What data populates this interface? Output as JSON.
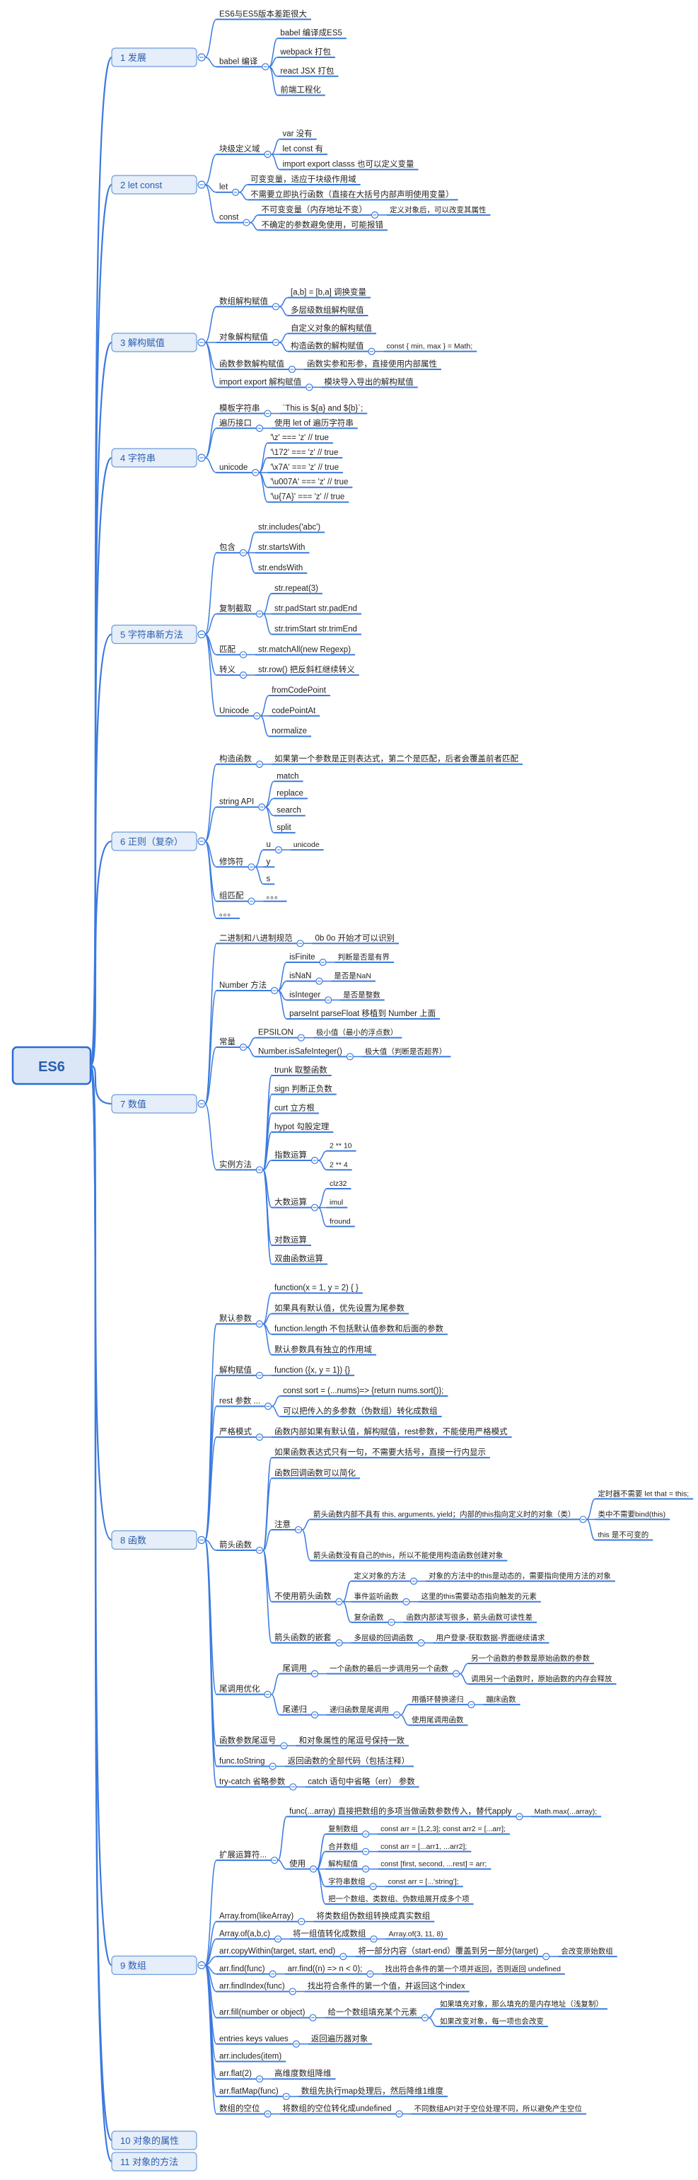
{
  "colors": {
    "line": "#3a7ae0",
    "root_fill": "#dbe7f7",
    "root_stroke": "#2b6cd4",
    "section_fill": "#e5eef9",
    "text": "#222222"
  },
  "root": "ES6",
  "sections": [
    {
      "label": "1 发展",
      "children": [
        {
          "label": "ES6与ES5版本差距很大"
        },
        {
          "label": "babel 编译",
          "children": [
            {
              "label": "babel 编译成ES5"
            },
            {
              "label": "webpack 打包"
            },
            {
              "label": "react  JSX 打包"
            },
            {
              "label": "前端工程化"
            }
          ]
        }
      ]
    },
    {
      "label": "2 let const",
      "children": [
        {
          "label": "块级定义域",
          "children": [
            {
              "label": "var 没有"
            },
            {
              "label": "let const 有"
            },
            {
              "label": "import export  classs 也可以定义变量"
            }
          ]
        },
        {
          "label": "let",
          "children": [
            {
              "label": "可变变量，适应于块级作用域"
            },
            {
              "label": "不需要立即执行函数（直接在大括号内部声明使用变量）"
            }
          ]
        },
        {
          "label": "const",
          "children": [
            {
              "label": "不可变变量（内存地址不变）",
              "children": [
                {
                  "label": "定义对象后，可以改变其属性"
                }
              ]
            },
            {
              "label": "不确定的参数避免使用，可能报错"
            }
          ]
        }
      ]
    },
    {
      "label": "3 解构赋值",
      "children": [
        {
          "label": "数组解构赋值",
          "children": [
            {
              "label": "[a,b] = [b,a] 调换变量"
            },
            {
              "label": "多层级数组解构赋值"
            }
          ]
        },
        {
          "label": "对象解构赋值",
          "children": [
            {
              "label": "自定义对象的解构赋值"
            },
            {
              "label": "构造函数的解构赋值",
              "children": [
                {
                  "label": "const { min, max } = Math;"
                }
              ]
            }
          ]
        },
        {
          "label": "函数参数解构赋值",
          "children": [
            {
              "label": "函数实参和形参，直接使用内部属性"
            }
          ]
        },
        {
          "label": "import export 解构赋值",
          "children": [
            {
              "label": "模块导入导出的解构赋值"
            }
          ]
        }
      ]
    },
    {
      "label": "4 字符串",
      "children": [
        {
          "label": "模板字符串",
          "children": [
            {
              "label": "`This is ${a} and ${b}`;"
            }
          ]
        },
        {
          "label": "遍历接口",
          "children": [
            {
              "label": "使用 let of 遍历字符串"
            }
          ]
        },
        {
          "label": "unicode",
          "children": [
            {
              "label": "'\\z' === 'z' // true"
            },
            {
              "label": "'\\172' === 'z' // true"
            },
            {
              "label": "'\\x7A' === 'z' // true"
            },
            {
              "label": "'\\u007A' === 'z' // true"
            },
            {
              "label": "'\\u{7A}' === 'z' // true"
            }
          ]
        }
      ]
    },
    {
      "label": "5 字符串新方法",
      "children": [
        {
          "label": "包含",
          "children": [
            {
              "label": "str.includes('abc')"
            },
            {
              "label": "str.startsWith"
            },
            {
              "label": "str.endsWith"
            }
          ]
        },
        {
          "label": "复制截取",
          "children": [
            {
              "label": "str.repeat(3)"
            },
            {
              "label": "str.padStart str.padEnd"
            },
            {
              "label": "str.trimStart str.trimEnd"
            }
          ]
        },
        {
          "label": "匹配",
          "children": [
            {
              "label": "str.matchAll(new Regexp)"
            }
          ]
        },
        {
          "label": "转义",
          "children": [
            {
              "label": "str.row() 把反斜杠继续转义"
            }
          ]
        },
        {
          "label": "Unicode",
          "children": [
            {
              "label": "fromCodePoint"
            },
            {
              "label": "codePointAt"
            },
            {
              "label": "normalize"
            }
          ]
        }
      ]
    },
    {
      "label": "6 正则（复杂）",
      "children": [
        {
          "label": "构造函数",
          "children": [
            {
              "label": "如果第一个参数是正则表达式，第二个是匹配，后者会覆盖前者匹配"
            }
          ]
        },
        {
          "label": "string API",
          "children": [
            {
              "label": "match"
            },
            {
              "label": "replace"
            },
            {
              "label": "search"
            },
            {
              "label": "split"
            }
          ]
        },
        {
          "label": "修饰符",
          "children": [
            {
              "label": "u",
              "children": [
                {
                  "label": "unicode"
                }
              ]
            },
            {
              "label": "y"
            },
            {
              "label": "s"
            }
          ]
        },
        {
          "label": "组匹配",
          "children": [
            {
              "label": "。。。"
            }
          ]
        },
        {
          "label": "。。。"
        }
      ]
    },
    {
      "label": "7 数值",
      "children": [
        {
          "label": "二进制和八进制规范",
          "children": [
            {
              "label": "0b 0o 开始才可以识别"
            }
          ]
        },
        {
          "label": "Number 方法",
          "children": [
            {
              "label": "isFinite",
              "children": [
                {
                  "label": "判断是否是有界"
                }
              ]
            },
            {
              "label": "isNaN",
              "children": [
                {
                  "label": "是否是NaN"
                }
              ]
            },
            {
              "label": "isInteger",
              "children": [
                {
                  "label": "是否是整数"
                }
              ]
            },
            {
              "label": "parseInt parseFloat 移植到 Number 上面"
            }
          ]
        },
        {
          "label": "常量",
          "children": [
            {
              "label": "EPSILON",
              "children": [
                {
                  "label": "极小值（最小的浮点数）"
                }
              ]
            },
            {
              "label": "Number.isSafeInteger()",
              "children": [
                {
                  "label": "极大值（判断是否超界）"
                }
              ]
            }
          ]
        },
        {
          "label": "实例方法",
          "children": [
            {
              "label": "trunk 取整函数"
            },
            {
              "label": "sign 判断正负数"
            },
            {
              "label": "curt 立方根"
            },
            {
              "label": "hypot 勾股定理"
            },
            {
              "label": "指数运算",
              "children": [
                {
                  "label": "2 ** 10"
                },
                {
                  "label": "2 ** 4"
                }
              ]
            },
            {
              "label": "大数运算",
              "children": [
                {
                  "label": "clz32"
                },
                {
                  "label": "imul"
                },
                {
                  "label": "fround"
                }
              ]
            },
            {
              "label": "对数运算"
            },
            {
              "label": "双曲函数运算"
            }
          ]
        }
      ]
    },
    {
      "label": "8 函数",
      "children": [
        {
          "label": "默认参数",
          "children": [
            {
              "label": "function(x = 1, y = 2) { }"
            },
            {
              "label": "如果具有默认值，优先设置为尾参数"
            },
            {
              "label": "function.length 不包括默认值参数和后面的参数"
            },
            {
              "label": "默认参数具有独立的作用域"
            }
          ]
        },
        {
          "label": "解构赋值",
          "children": [
            {
              "label": "function ({x, y = 1}) {}"
            }
          ]
        },
        {
          "label": "rest 参数 ...",
          "children": [
            {
              "label": "const sort = (...nums)=> {return nums.sort()};"
            },
            {
              "label": "可以把传入的多参数（伪数组）转化成数组"
            }
          ]
        },
        {
          "label": "严格模式",
          "children": [
            {
              "label": "函数内部如果有默认值，解构赋值，rest参数，不能使用严格模式"
            }
          ]
        },
        {
          "label": "箭头函数",
          "children": [
            {
              "label": "如果函数表达式只有一句，不需要大括号，直接一行内显示"
            },
            {
              "label": "函数回调函数可以简化"
            },
            {
              "label": "注意",
              "children": [
                {
                  "label": "箭头函数内部不具有 this, arguments, yield；内部的this指向定义时的对象（类）",
                  "children": [
                    {
                      "label": "定时器不需要 let that = this;"
                    },
                    {
                      "label": "类中不需要bind(this)"
                    },
                    {
                      "label": "this 是不可变的"
                    }
                  ]
                },
                {
                  "label": "箭头函数没有自己的this，所以不能使用构造函数创建对象"
                }
              ]
            },
            {
              "label": "不使用箭头函数",
              "children": [
                {
                  "label": "定义对象的方法",
                  "children": [
                    {
                      "label": "对象的方法中的this是动态的，需要指向使用方法的对象"
                    }
                  ]
                },
                {
                  "label": "事件监听函数",
                  "children": [
                    {
                      "label": "这里的this需要动态指向触发的元素"
                    }
                  ]
                },
                {
                  "label": "复杂函数",
                  "children": [
                    {
                      "label": "函数内部读写很多，箭头函数可读性差"
                    }
                  ]
                }
              ]
            },
            {
              "label": "箭头函数的嵌套",
              "children": [
                {
                  "label": "多层级的回调函数",
                  "children": [
                    {
                      "label": "用户登录-获取数据-界面继续请求"
                    }
                  ]
                }
              ]
            }
          ]
        },
        {
          "label": "尾调用优化",
          "children": [
            {
              "label": "尾调用",
              "children": [
                {
                  "label": "一个函数的最后一步调用另一个函数",
                  "children": [
                    {
                      "label": "另一个函数的参数是原始函数的参数"
                    },
                    {
                      "label": "调用另一个函数时，原始函数的内存会释放"
                    }
                  ]
                }
              ]
            },
            {
              "label": "尾递归",
              "children": [
                {
                  "label": "递归函数是尾调用",
                  "children": [
                    {
                      "label": "用循环替换递归",
                      "children": [
                        {
                          "label": "蹦床函数"
                        }
                      ]
                    },
                    {
                      "label": "使用尾调用函数"
                    }
                  ]
                }
              ]
            }
          ]
        },
        {
          "label": "函数参数尾逗号",
          "children": [
            {
              "label": "和对象属性的尾逗号保持一致"
            }
          ]
        },
        {
          "label": "func.toString",
          "children": [
            {
              "label": "返回函数的全部代码（包括注释）"
            }
          ]
        },
        {
          "label": "try-catch 省略参数",
          "children": [
            {
              "label": "catch 语句中省略（err） 参数"
            }
          ]
        }
      ]
    },
    {
      "label": "9 数组",
      "children": [
        {
          "label": "扩展运算符...",
          "children": [
            {
              "label": "func(...array) 直接把数组的多项当做函数参数传入，替代apply",
              "children": [
                {
                  "label": "Math.max(...array);"
                }
              ]
            },
            {
              "label": "使用",
              "children": [
                {
                  "label": "复制数组",
                  "children": [
                    {
                      "label": "const arr = [1,2,3]; const arr2 = [...arr];"
                    }
                  ]
                },
                {
                  "label": "合并数组",
                  "children": [
                    {
                      "label": "const arr = [...arr1, ...arr2];"
                    }
                  ]
                },
                {
                  "label": "解构赋值",
                  "children": [
                    {
                      "label": "const [first, second, ...rest] = arr;"
                    }
                  ]
                },
                {
                  "label": "字符串数组",
                  "children": [
                    {
                      "label": "const arr = [...'string'];"
                    }
                  ]
                },
                {
                  "label": "把一个数组、类数组、伪数组展开成多个项"
                }
              ]
            }
          ]
        },
        {
          "label": "Array.from(likeArray)",
          "children": [
            {
              "label": "将类数组伪数组转换成真实数组"
            }
          ]
        },
        {
          "label": "Array.of(a,b,c)",
          "children": [
            {
              "label": "将一组值转化成数组",
              "children": [
                {
                  "label": "Array.of(3, 11, 8)"
                }
              ]
            }
          ]
        },
        {
          "label": "arr.copyWithin(target, start, end)",
          "children": [
            {
              "label": "将一部分内容（start-end）覆盖到另一部分(target)",
              "children": [
                {
                  "label": "会改变原始数组"
                }
              ]
            }
          ]
        },
        {
          "label": "arr.find(func)",
          "children": [
            {
              "label": "arr.find((n) => n < 0);",
              "children": [
                {
                  "label": "找出符合条件的第一个项并返回，否则返回 undefined"
                }
              ]
            }
          ]
        },
        {
          "label": "arr.findIndex(func)",
          "children": [
            {
              "label": "找出符合条件的第一个值，并返回这个index"
            }
          ]
        },
        {
          "label": "arr.fill(number or object)",
          "children": [
            {
              "label": "给一个数组填充某个元素",
              "children": [
                {
                  "label": "如果填充对象，那么填充的是内存地址（浅复制）"
                },
                {
                  "label": "如果改变对象，每一项也会改变"
                }
              ]
            }
          ]
        },
        {
          "label": "entries keys values",
          "children": [
            {
              "label": "返回遍历器对象"
            }
          ]
        },
        {
          "label": "arr.includes(item)"
        },
        {
          "label": "arr.flat(2)",
          "children": [
            {
              "label": "高维度数组降维"
            }
          ]
        },
        {
          "label": "arr.flatMap(func)",
          "children": [
            {
              "label": "数组先执行map处理后，然后降维1维度"
            }
          ]
        },
        {
          "label": "数组的空位",
          "children": [
            {
              "label": "将数组的空位转化成undefined",
              "children": [
                {
                  "label": "不同数组API对于空位处理不同，所以避免产生空位"
                }
              ]
            }
          ]
        }
      ]
    },
    {
      "label": "10 对象的属性"
    },
    {
      "label": "11 对象的方法"
    }
  ]
}
